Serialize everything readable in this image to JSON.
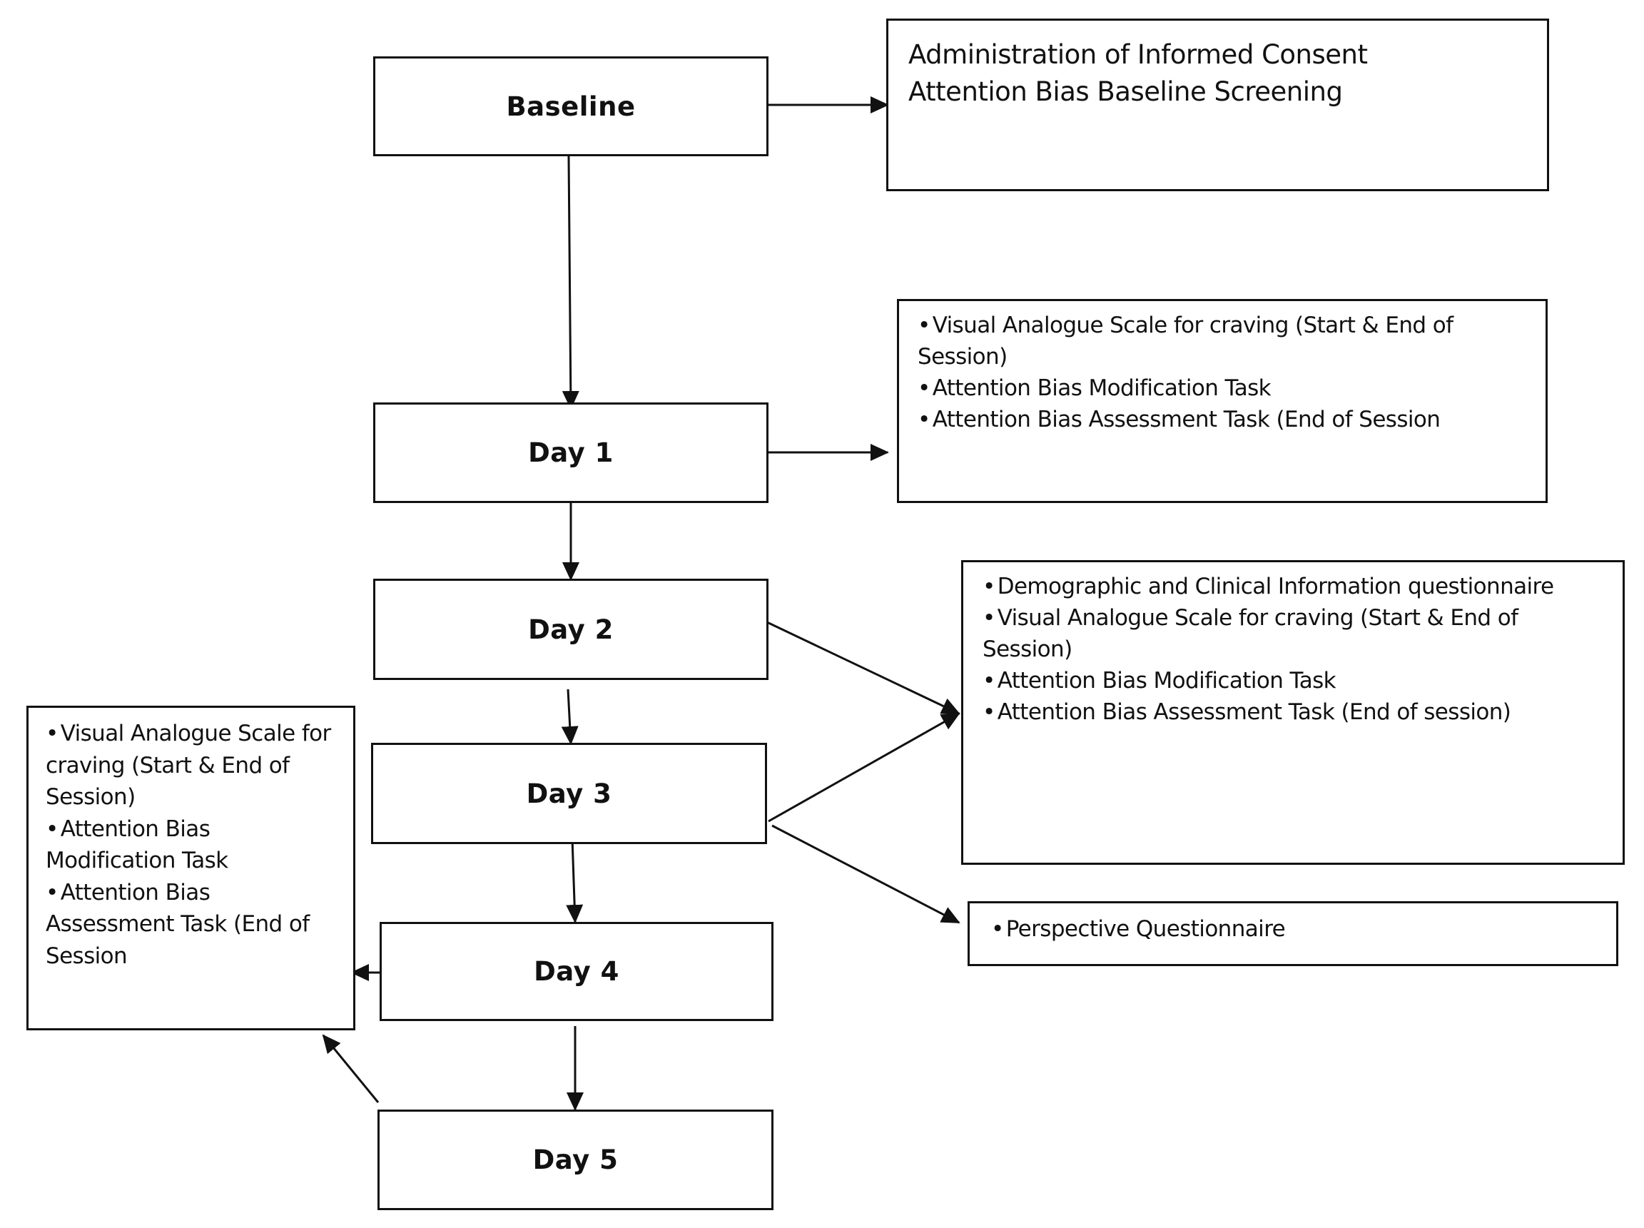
{
  "nodes": {
    "baseline": "Baseline",
    "day1": "Day 1",
    "day2": "Day 2",
    "day3": "Day 3",
    "day4": "Day 4",
    "day5": "Day 5"
  },
  "info_boxes": {
    "baseline_tasks": {
      "lines": [
        "Administration of Informed Consent",
        "Attention Bias Baseline Screening"
      ]
    },
    "day1_tasks": {
      "items": [
        "Visual Analogue Scale for craving (Start & End of Session)",
        "Attention Bias Modification Task",
        "Attention Bias Assessment Task (End of Session"
      ]
    },
    "day2_day3_tasks": {
      "items": [
        "Demographic and Clinical Information questionnaire",
        "Visual Analogue Scale for craving (Start & End of Session)",
        "Attention Bias Modification Task",
        "Attention Bias Assessment Task (End of session)"
      ]
    },
    "day3_extra_tasks": {
      "items": [
        "Perspective Questionnaire"
      ]
    },
    "day4_day5_tasks": {
      "items": [
        "Visual Analogue Scale for craving (Start & End of Session)",
        "Attention Bias Modification Task",
        "Attention Bias Assessment Task (End of Session"
      ]
    }
  }
}
